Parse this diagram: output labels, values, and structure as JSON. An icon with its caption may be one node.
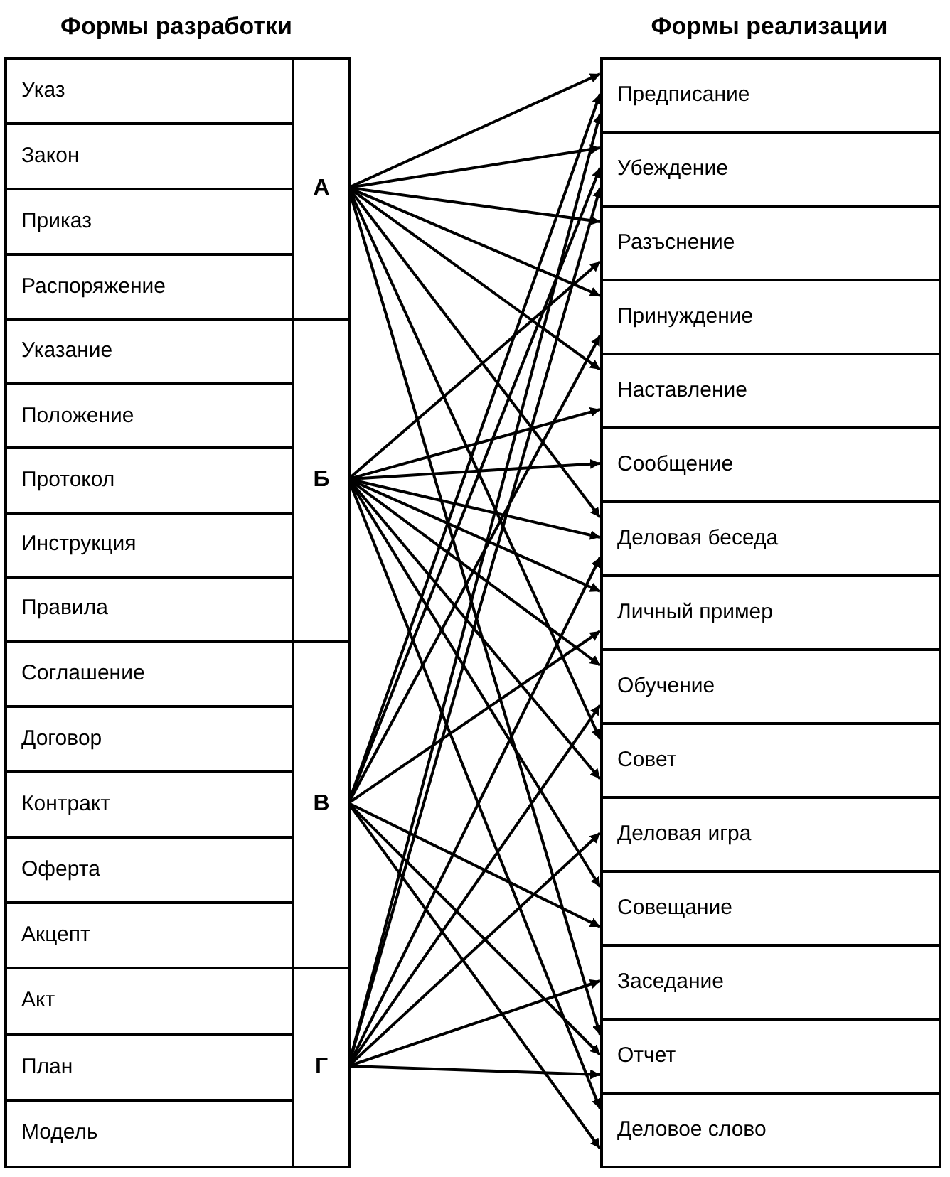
{
  "diagram": {
    "nodes": [
      {
        "text": [
          "Указ"
        ]
      },
      {
        "text": [
          "Закон"
        ]
      },
      {
        "text": [
          "Приказ"
        ]
      },
      {
        "text": [
          "Распоряжение"
        ]
      },
      {
        "text": [
          "Указание"
        ]
      },
      {
        "text": [
          "Положение"
        ]
      },
      {
        "text": [
          "Протокол"
        ]
      },
      {
        "text": [
          "Инструкция"
        ]
      },
      {
        "text": [
          "Правила"
        ]
      },
      {
        "text": [
          "Соглашение"
        ]
      },
      {
        "text": [
          "Договор"
        ]
      },
      {
        "text": [
          "Контракт"
        ]
      },
      {
        "text": [
          "Оферта"
        ]
      },
      {
        "text": [
          "Акцепт"
        ]
      },
      {
        "text": [
          "Акт"
        ]
      },
      {
        "text": [
          "План"
        ]
      },
      {
        "text": [
          "Модель"
        ]
      },
      {
        "text": [
          "А"
        ]
      },
      {
        "text": [
          "Б"
        ]
      },
      {
        "text": [
          "В"
        ]
      },
      {
        "text": [
          "Г"
        ]
      },
      {
        "text": [
          "Предписание"
        ]
      },
      {
        "text": [
          "Убеждение"
        ]
      },
      {
        "text": [
          "Разъснение"
        ]
      },
      {
        "text": [
          "Принуждение"
        ]
      },
      {
        "text": [
          "Наставление"
        ]
      },
      {
        "text": [
          "Сообщение"
        ]
      },
      {
        "text": [
          "Деловая беседа"
        ]
      },
      {
        "text": [
          "Личный пример"
        ]
      },
      {
        "text": [
          "Обучение"
        ]
      },
      {
        "text": [
          "Совет"
        ]
      },
      {
        "text": [
          "Деловая игра"
        ]
      },
      {
        "text": [
          "Совещание"
        ]
      },
      {
        "text": [
          "Заседание"
        ]
      },
      {
        "text": [
          "Отчет"
        ]
      },
      {
        "text": [
          "Деловое слово"
        ]
      }
    ],
    "edges": [
      {
        "from": 17,
        "to": 21,
        "arrow": "to"
      },
      {
        "from": 17,
        "to": 22,
        "arrow": "to"
      },
      {
        "from": 17,
        "to": 23,
        "arrow": "to"
      },
      {
        "from": 17,
        "to": 24,
        "arrow": "to"
      },
      {
        "from": 17,
        "to": 25,
        "arrow": "to"
      },
      {
        "from": 17,
        "to": 27,
        "arrow": "to"
      },
      {
        "from": 17,
        "to": 30,
        "arrow": "to"
      },
      {
        "from": 17,
        "to": 34,
        "arrow": "to"
      },
      {
        "from": 18,
        "to": 23,
        "arrow": "to"
      },
      {
        "from": 18,
        "to": 25,
        "arrow": "to"
      },
      {
        "from": 18,
        "to": 26,
        "arrow": "to"
      },
      {
        "from": 18,
        "to": 27,
        "arrow": "to"
      },
      {
        "from": 18,
        "to": 28,
        "arrow": "to"
      },
      {
        "from": 18,
        "to": 29,
        "arrow": "to"
      },
      {
        "from": 18,
        "to": 30,
        "arrow": "to"
      },
      {
        "from": 18,
        "to": 32,
        "arrow": "to"
      },
      {
        "from": 18,
        "to": 35,
        "arrow": "to"
      },
      {
        "from": 19,
        "to": 21,
        "arrow": "to"
      },
      {
        "from": 19,
        "to": 22,
        "arrow": "to"
      },
      {
        "from": 19,
        "to": 24,
        "arrow": "to"
      },
      {
        "from": 19,
        "to": 28,
        "arrow": "to"
      },
      {
        "from": 19,
        "to": 32,
        "arrow": "to"
      },
      {
        "from": 19,
        "to": 34,
        "arrow": "to"
      },
      {
        "from": 19,
        "to": 35,
        "arrow": "to"
      },
      {
        "from": 20,
        "to": 21,
        "arrow": "to"
      },
      {
        "from": 20,
        "to": 22,
        "arrow": "to"
      },
      {
        "from": 20,
        "to": 27,
        "arrow": "to"
      },
      {
        "from": 20,
        "to": 29,
        "arrow": "to"
      },
      {
        "from": 20,
        "to": 31,
        "arrow": "to"
      },
      {
        "from": 20,
        "to": 33,
        "arrow": "to"
      },
      {
        "from": 20,
        "to": 34,
        "arrow": "to"
      }
    ],
    "labels": [
      "Формы разработки",
      "Формы реализации"
    ]
  }
}
